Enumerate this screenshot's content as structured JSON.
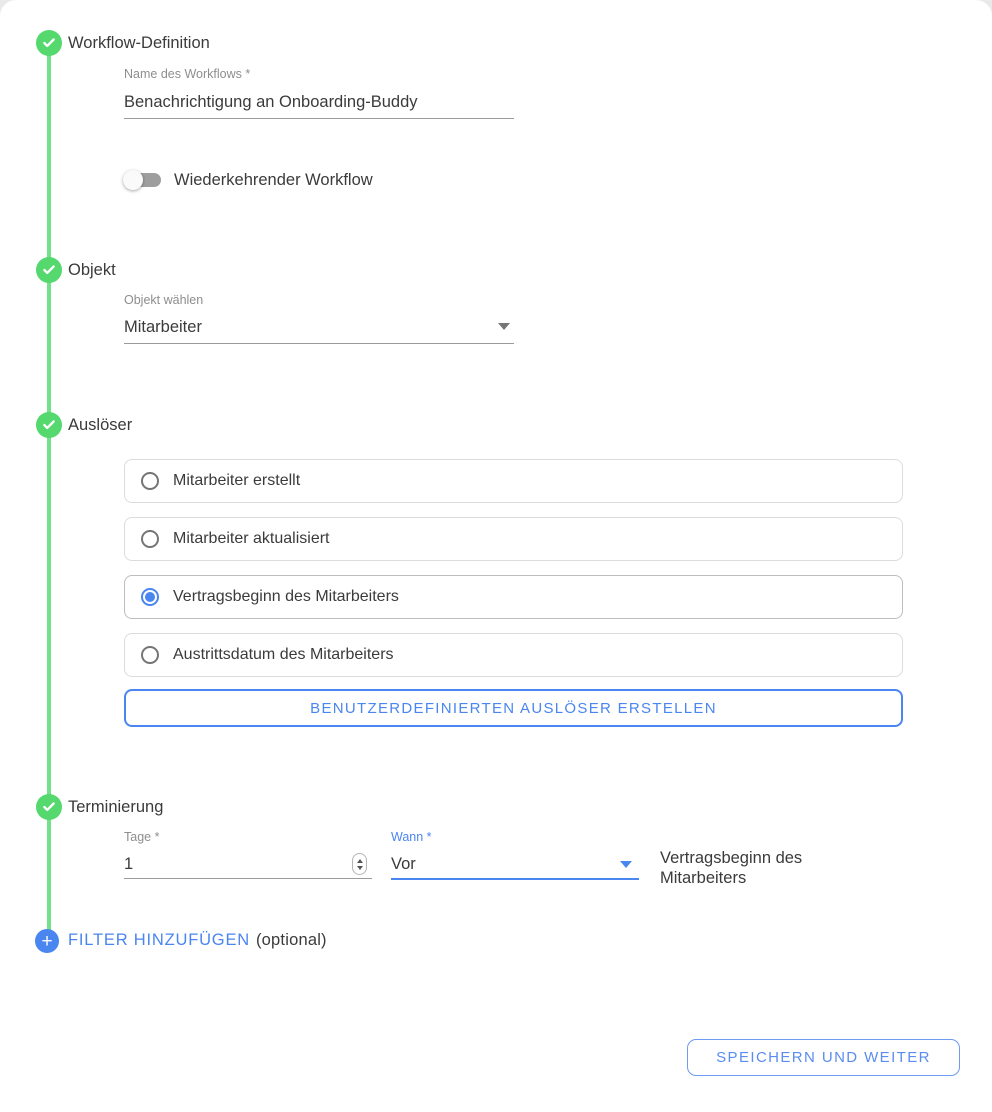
{
  "colors": {
    "accent_green": "#55d86d",
    "accent_green_line": "#72e189",
    "accent_blue": "#4a86f0",
    "text_dark": "#3b3b3b",
    "label_gray": "#8e8e8e"
  },
  "sections": {
    "workflow": {
      "title": "Workflow-Definition",
      "name_label": "Name des Workflows *",
      "name_value": "Benachrichtigung an Onboarding-Buddy",
      "toggle_label": "Wiederkehrender Workflow",
      "toggle_state": "off"
    },
    "objekt": {
      "title": "Objekt",
      "select_label": "Objekt wählen",
      "select_value": "Mitarbeiter"
    },
    "ausloeser": {
      "title": "Auslöser",
      "options": [
        {
          "label": "Mitarbeiter erstellt",
          "selected": false
        },
        {
          "label": "Mitarbeiter aktualisiert",
          "selected": false
        },
        {
          "label": "Vertragsbeginn des Mitarbeiters",
          "selected": true
        },
        {
          "label": "Austrittsdatum des Mitarbeiters",
          "selected": false
        }
      ],
      "custom_trigger_button": "BENUTZERDEFINIERTEN AUSLÖSER ERSTELLEN"
    },
    "terminierung": {
      "title": "Terminierung",
      "tage_label": "Tage *",
      "tage_value": "1",
      "wann_label": "Wann *",
      "wann_value": "Vor",
      "reference_text": "Vertragsbeginn des Mitarbeiters"
    },
    "filter": {
      "label": "FILTER HINZUFÜGEN",
      "optional_suffix": "(optional)",
      "plus_glyph": "+"
    }
  },
  "footer": {
    "save_button": "SPEICHERN UND WEITER"
  }
}
